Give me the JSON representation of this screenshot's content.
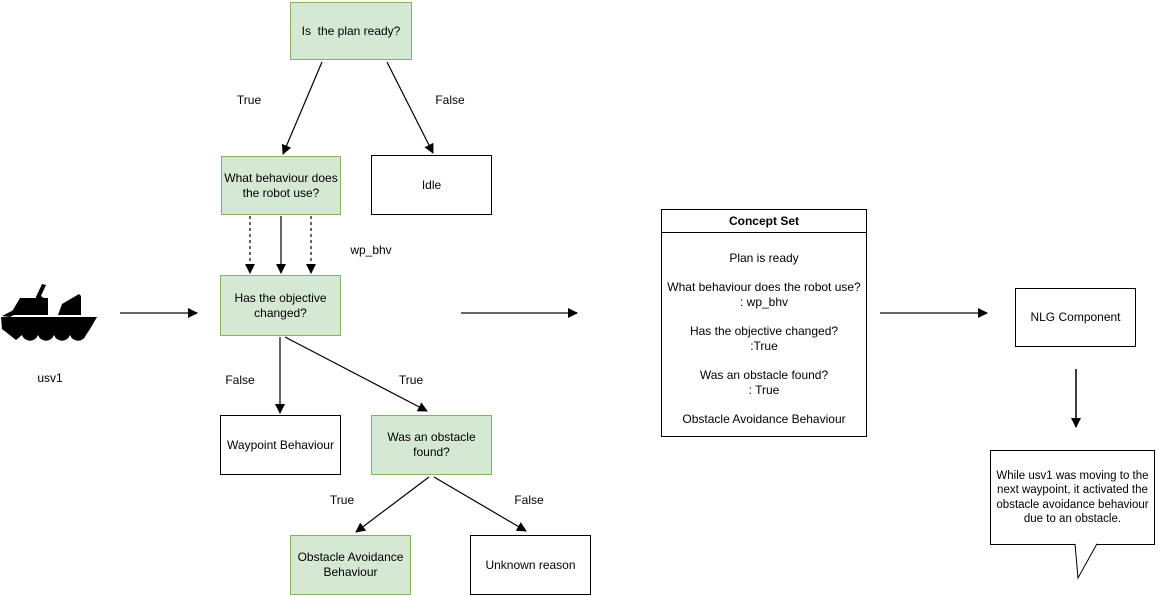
{
  "usv": {
    "label": "usv1"
  },
  "tree": {
    "nodes": {
      "plan_ready": "Is  the plan ready?",
      "what_behaviour": "What behaviour does\nthe robot use?",
      "idle": "Idle",
      "objective_changed": "Has the objective\nchanged?",
      "waypoint_behaviour": "Waypoint Behaviour",
      "obstacle_found": "Was an obstacle\nfound?",
      "obstacle_avoidance": "Obstacle Avoidance\nBehaviour",
      "unknown_reason": "Unknown reason"
    },
    "edge_labels": {
      "plan_true": "True",
      "plan_false": "False",
      "wp_bhv": "wp_bhv",
      "objective_false": "False",
      "objective_true": "True",
      "obstacle_true": "True",
      "obstacle_false": "False"
    }
  },
  "concept_set": {
    "title": "Concept Set",
    "entries": [
      "Plan is ready",
      "What behaviour does the robot use?\n: wp_bhv",
      "Has the objective changed?\n:True",
      "Was an obstacle found?\n: True",
      "Obstacle Avoidance Behaviour"
    ]
  },
  "nlg": {
    "label": "NLG Component"
  },
  "speech_bubble": {
    "text": "While usv1 was moving to the\nnext waypoint, it activated the\nobstacle avoidance behaviour\ndue to an obstacle."
  },
  "colors": {
    "node_fill_green": "#d5e8d4",
    "node_border_green": "#82b366",
    "node_fill_white": "#ffffff",
    "edge_black": "#000000",
    "connector_gray": "#666666"
  }
}
